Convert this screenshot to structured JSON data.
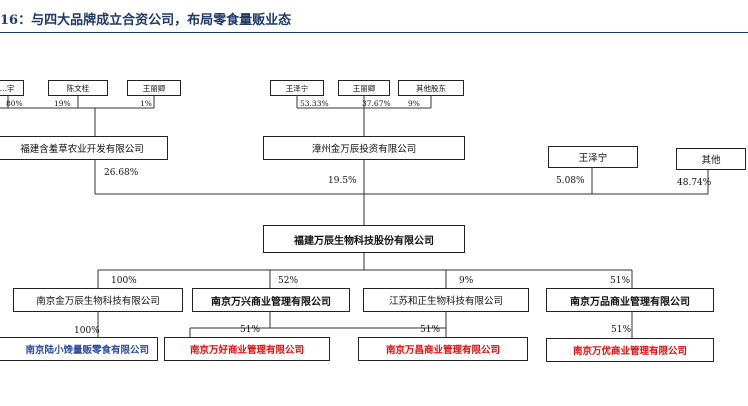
{
  "title": "16：与四大品牌成立合资公司，布局零食量贩业态",
  "nodes": {
    "sh1": "…宇",
    "sh_chen": "陈文桂",
    "sh_wang1": "王丽卿",
    "sh_wz": "王泽宁",
    "sh_wang2": "王丽卿",
    "sh_other": "其他股东",
    "fujian": "福建含羞草农业开发有限公司",
    "zhangzhou": "漳州金万辰投资有限公司",
    "wangzening": "王泽宁",
    "others": "其他",
    "main": "福建万辰生物科技股份有限公司",
    "sub1": "南京金万辰生物科技有限公司",
    "sub2": "南京万兴商业管理有限公司",
    "sub3": "江苏和正生物科技有限公司",
    "sub4": "南京万品商业管理有限公司",
    "gs1": "南京陆小馋量贩零食有限公司",
    "gs2": "南京万好商业管理有限公司",
    "gs3": "南京万昌商业管理有限公司",
    "gs4": "南京万优商业管理有限公司"
  },
  "percents": {
    "p_80": "80%",
    "p_19": "19%",
    "p_1": "1%",
    "p_5333": "53.33%",
    "p_3767": "37.67%",
    "p_9a": "9%",
    "p_2668": "26.68%",
    "p_195": "19.5%",
    "p_508": "5.08%",
    "p_4874": "48.74%",
    "p_100a": "100%",
    "p_52": "52%",
    "p_9b": "9%",
    "p_51a": "51%",
    "p_100b": "100%",
    "p_51b": "51%",
    "p_51c": "51%",
    "p_51d": "51%"
  }
}
